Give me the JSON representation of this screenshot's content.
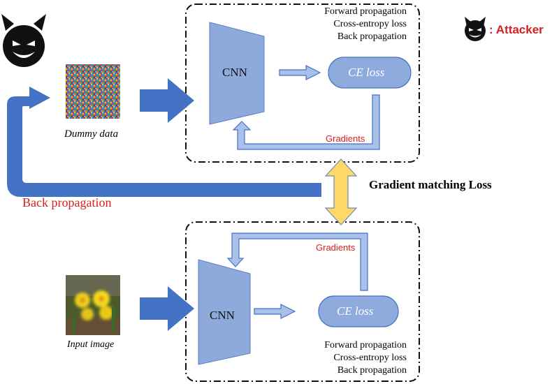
{
  "top_section": {
    "legend": [
      "Forward propagation",
      "Cross-entropy loss",
      "Back propagation"
    ],
    "cnn_label": "CNN",
    "ce_label": "CE loss",
    "gradients_label": "Gradients",
    "data_label": "Dummy data"
  },
  "bottom_section": {
    "legend": [
      "Forward propagation",
      "Cross-entropy loss",
      "Back propagation"
    ],
    "cnn_label": "CNN",
    "ce_label": "CE loss",
    "gradients_label": "Gradients",
    "data_label": "Input image"
  },
  "matching_label": "Gradient matching Loss",
  "backprop_label": "Back propagation",
  "attacker_legend": ": Attacker",
  "icons": [
    "devil-icon",
    "devil-small-icon"
  ],
  "colors": {
    "arrow_blue": "#4472c4",
    "box_blue": "#8eaadb",
    "ce_fill": "#8faadc",
    "gold_arrow": "#ffd966",
    "red_text": "#d42020"
  }
}
